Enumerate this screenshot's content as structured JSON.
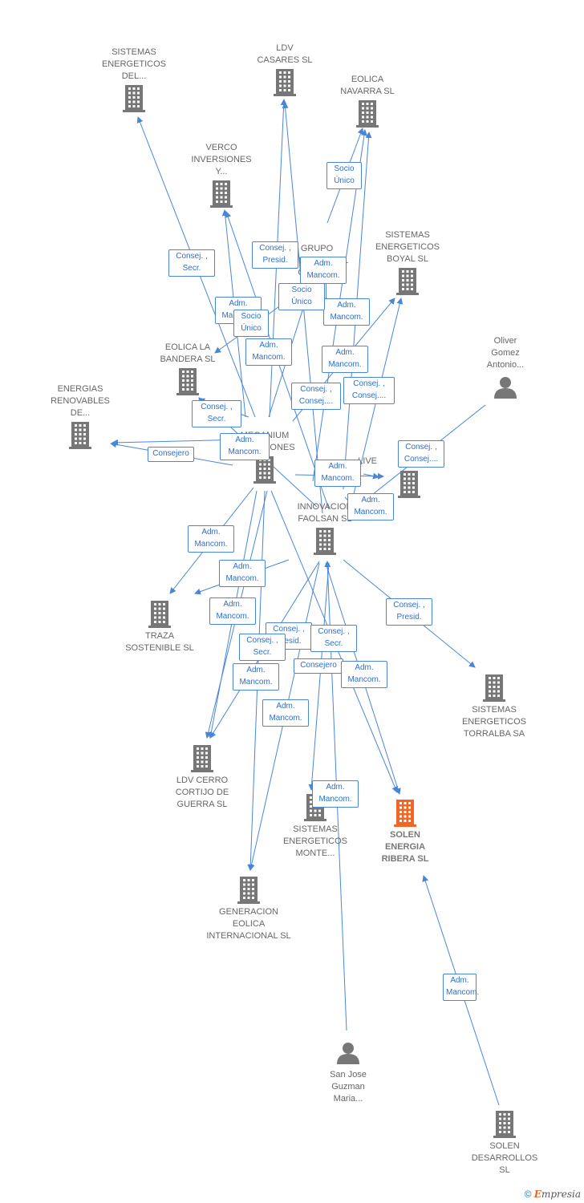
{
  "colors": {
    "edge": "#4a86d8",
    "node": "#777777",
    "focus": "#f26522",
    "label": "#666666",
    "box_text": "#2d6fcf"
  },
  "nodes": [
    {
      "id": "sist_del",
      "label": "SISTEMAS\nENERGETICOS\nDEL...",
      "type": "company"
    },
    {
      "id": "ldv_casares",
      "label": "LDV\nCASARES SL",
      "type": "company"
    },
    {
      "id": "eolica_navarra",
      "label": "EOLICA\nNAVARRA SL",
      "type": "company"
    },
    {
      "id": "verco",
      "label": "VERCO\nINVERSIONES\nY...",
      "type": "company"
    },
    {
      "id": "grupo",
      "label": "GRUPO\nEMPRESARIAL\nOHOL SL",
      "type": "company"
    },
    {
      "id": "sist_boyal",
      "label": "SISTEMAS\nENERGETICOS\nBOYAL SL",
      "type": "company"
    },
    {
      "id": "oliver",
      "label": "Oliver\nGomez\nAntonio...",
      "type": "person"
    },
    {
      "id": "eolica_bandera",
      "label": "EOLICA LA\nBANDERA SL",
      "type": "company"
    },
    {
      "id": "energias",
      "label": "ENERGIAS\nRENOVABLES\nDE...",
      "type": "company"
    },
    {
      "id": "meganium",
      "label": "MEGANIUM\nINVERSIONES",
      "type": "company"
    },
    {
      "id": "live",
      "label": "LIVE",
      "type": "company"
    },
    {
      "id": "innovacion",
      "label": "INNOVACION\nFAOLSAN SL",
      "type": "company"
    },
    {
      "id": "traza",
      "label": "TRAZA\nSOSTENIBLE SL",
      "type": "company"
    },
    {
      "id": "sist_torralba",
      "label": "SISTEMAS\nENERGETICOS\nTORRALBA SA",
      "type": "company"
    },
    {
      "id": "ldv_cerro",
      "label": "LDV CERRO\nCORTIJO DE\nGUERRA SL",
      "type": "company"
    },
    {
      "id": "sist_monte",
      "label": "SISTEMAS\nENERGETICOS\nMONTE...",
      "type": "company"
    },
    {
      "id": "solen_ribera",
      "label": "SOLEN\nENERGIA\nRIBERA SL",
      "type": "focus"
    },
    {
      "id": "generacion",
      "label": "GENERACION\nEOLICA\nINTERNACIONAL SL",
      "type": "company"
    },
    {
      "id": "san_jose",
      "label": "San Jose\nGuzman\nMaria...",
      "type": "person"
    },
    {
      "id": "solen_desarrollos",
      "label": "SOLEN\nDESARROLLOS\nSL",
      "type": "company"
    }
  ],
  "edges": [
    {
      "from": "meganium",
      "to": "sist_del",
      "label": "Consej. ,\nPresid."
    },
    {
      "from": "meganium",
      "to": "ldv_casares",
      "label": "Consej. ,\nPresid."
    },
    {
      "from": "grupo",
      "to": "eolica_navarra",
      "label": "Socio\nÚnico"
    },
    {
      "from": "meganium",
      "to": "eolica_navarra",
      "label": "Adm.\nMancom."
    },
    {
      "from": "meganium",
      "to": "verco",
      "label": "Adm.\nMancom."
    },
    {
      "from": "meganium",
      "to": "eolica_bandera",
      "label": "Socio\nÚnico"
    },
    {
      "from": "meganium",
      "to": "sist_boyal",
      "label": "Consej. ,\nSecr."
    },
    {
      "from": "innovacion",
      "to": "ldv_casares",
      "label": "Adm.\nMancom."
    },
    {
      "from": "innovacion",
      "to": "eolica_navarra",
      "label": "Adm.\nMancom."
    },
    {
      "from": "innovacion",
      "to": "verco",
      "label": "Adm.\nMancom."
    },
    {
      "from": "innovacion",
      "to": "sist_boyal",
      "label": "Consej. ,\nSecr."
    },
    {
      "from": "meganium",
      "to": "eolica_bandera",
      "label": "Consej. ,\nConsej...."
    },
    {
      "from": "innovacion",
      "to": "eolica_bandera",
      "label": "Consej. ,\nConsej...."
    },
    {
      "from": "innovacion",
      "to": "live",
      "label": "Consejero"
    },
    {
      "from": "meganium",
      "to": "energias",
      "label": "Adm.\nMancom."
    },
    {
      "from": "meganium",
      "to": "energias",
      "label": "Consej. ,\nConsej...."
    },
    {
      "from": "oliver",
      "to": "live",
      "label": "Adm.\nMancom."
    },
    {
      "from": "meganium",
      "to": "live",
      "label": "Adm.\nMancom."
    },
    {
      "from": "innovacion",
      "to": "live",
      "label": "Adm.\nMancom."
    },
    {
      "from": "meganium",
      "to": "traza",
      "label": "Adm.\nMancom."
    },
    {
      "from": "innovacion",
      "to": "traza",
      "label": "Adm.\nMancom."
    },
    {
      "from": "meganium",
      "to": "ldv_cerro",
      "label": "Consej. ,\nPresid."
    },
    {
      "from": "innovacion",
      "to": "sist_torralba",
      "label": "Consej. ,\nPresid."
    },
    {
      "from": "innovacion",
      "to": "ldv_cerro",
      "label": "Consej. ,\nSecr."
    },
    {
      "from": "meganium",
      "to": "ldv_cerro",
      "label": "Consej. ,\nSecr."
    },
    {
      "from": "meganium",
      "to": "solen_ribera",
      "label": "Adm.\nMancom."
    },
    {
      "from": "meganium",
      "to": "generacion",
      "label": "Adm.\nMancom."
    },
    {
      "from": "innovacion",
      "to": "solen_ribera",
      "label": "Consejero"
    },
    {
      "from": "innovacion",
      "to": "solen_ribera",
      "label": "Adm.\nMancom."
    },
    {
      "from": "innovacion",
      "to": "generacion",
      "label": "Adm.\nMancom."
    },
    {
      "from": "san_jose",
      "to": "innovacion",
      "label": "Adm.\nMancom."
    },
    {
      "from": "solen_desarrollos",
      "to": "solen_ribera",
      "label": "Socio\nÚnico"
    },
    {
      "from": "meganium",
      "to": "grupo",
      "label": "Consej. ,\nSecr."
    }
  ],
  "footer": {
    "copyright": "©",
    "brand_first": "E",
    "brand_rest": "mpresia"
  }
}
